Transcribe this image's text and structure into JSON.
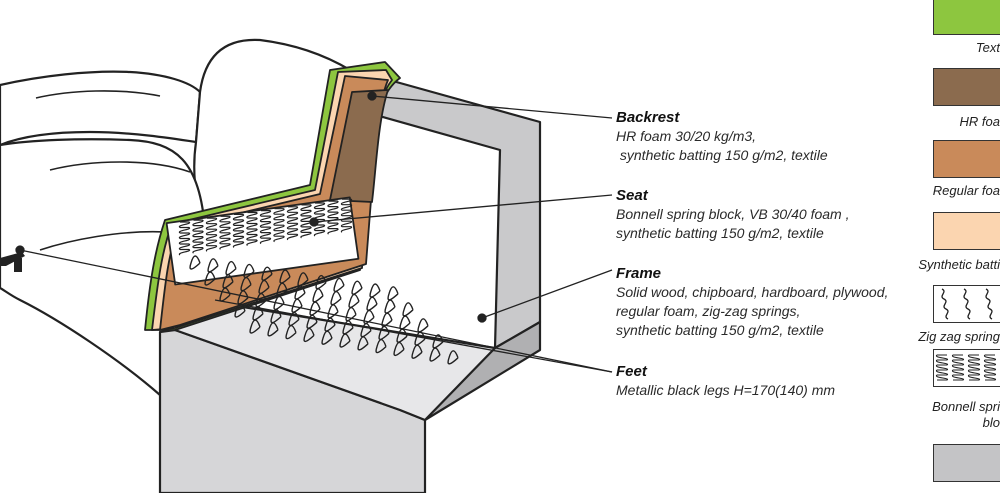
{
  "callouts": [
    {
      "title": "Backrest",
      "lines": [
        "HR foam 30/20 kg/m3,",
        " synthetic batting 150 g/m2, textile"
      ]
    },
    {
      "title": "Seat",
      "lines": [
        "Bonnell spring block, VB 30/40 foam ,",
        "synthetic batting 150 g/m2, textile"
      ]
    },
    {
      "title": "Frame",
      "lines": [
        "Solid wood, chipboard, hardboard, plywood,",
        "regular foam, zig-zag springs,",
        "synthetic batting 150 g/m2, textile"
      ]
    },
    {
      "title": "Feet",
      "lines": [
        "Metallic black legs H=170(140) mm"
      ]
    }
  ],
  "legend": [
    {
      "label": "Text",
      "color": "#8dc63f"
    },
    {
      "label": "HR foa",
      "color": "#8b6b4e"
    },
    {
      "label": "Regular foa",
      "color": "#c98a5a"
    },
    {
      "label": "Synthetic batti",
      "color": "#fbd5b0"
    },
    {
      "label": "Zig zag spring",
      "color": "#ffffff",
      "pattern": "zigzag-icon"
    },
    {
      "label": "Bonnell spri\nblo",
      "color": "#ffffff",
      "pattern": "bonnell-spring-icon"
    },
    {
      "label": "",
      "color": "#c4c4c6"
    }
  ]
}
